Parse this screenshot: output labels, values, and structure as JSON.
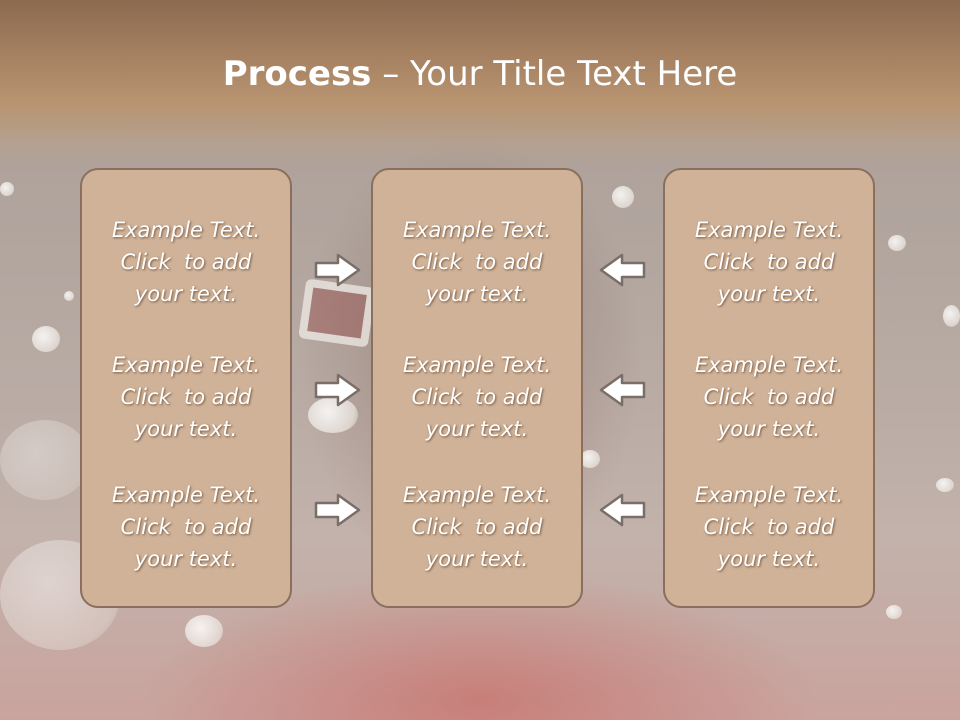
{
  "slide": {
    "title_bold": "Process",
    "title_rest": " – Your Title Text Here"
  },
  "columns": [
    {
      "items": [
        {
          "line1": "Example Text.",
          "line2": "Click  to add",
          "line3": "your text."
        },
        {
          "line1": "Example Text.",
          "line2": "Click  to add",
          "line3": "your text."
        },
        {
          "line1": "Example Text.",
          "line2": "Click  to add",
          "line3": "your text."
        }
      ]
    },
    {
      "items": [
        {
          "line1": "Example Text.",
          "line2": "Click  to add",
          "line3": "your text."
        },
        {
          "line1": "Example Text.",
          "line2": "Click  to add",
          "line3": "your text."
        },
        {
          "line1": "Example Text.",
          "line2": "Click  to add",
          "line3": "your text."
        }
      ]
    },
    {
      "items": [
        {
          "line1": "Example Text.",
          "line2": "Click  to add",
          "line3": "your text."
        },
        {
          "line1": "Example Text.",
          "line2": "Click  to add",
          "line3": "your text."
        },
        {
          "line1": "Example Text.",
          "line2": "Click  to add",
          "line3": "your text."
        }
      ]
    }
  ],
  "arrows": {
    "left_group": "arrow-right-icon",
    "right_group": "arrow-left-icon"
  },
  "colors": {
    "title_band": "#a47f60",
    "box_fill": "#cfb297",
    "box_border": "#8a6f5c",
    "text": "#ffffff"
  }
}
